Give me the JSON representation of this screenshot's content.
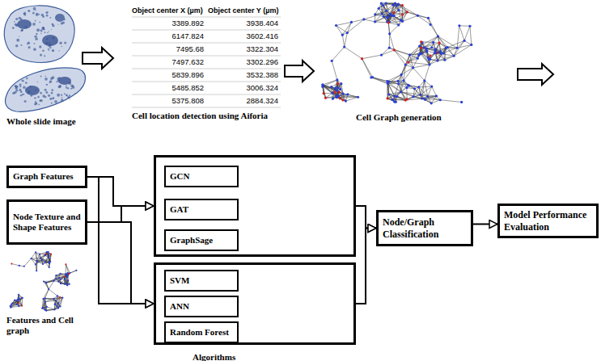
{
  "diagram": {
    "nodes": [
      {
        "text": [
          "Graph Features"
        ]
      },
      {
        "text": [
          "Node Texture and Shape Features"
        ]
      },
      {
        "text": []
      },
      {
        "text": [
          "GCN"
        ],
        "in": 2
      },
      {
        "text": [
          "GAT"
        ],
        "in": 2
      },
      {
        "text": [
          "GraphSage"
        ],
        "in": 2
      },
      {
        "text": [
          "Algorithms"
        ]
      },
      {
        "text": [
          "SVM"
        ],
        "in": 6
      },
      {
        "text": [
          "ANN"
        ],
        "in": 6
      },
      {
        "text": [
          "Random Forest"
        ],
        "in": 6
      },
      {
        "text": [
          "Node/Graph Classification"
        ]
      },
      {
        "text": [
          "Model Performance Evaluation"
        ]
      }
    ],
    "edges": [
      {
        "from": 0,
        "to": 2,
        "arrow": "to"
      },
      {
        "from": 1,
        "to": 2,
        "arrow": "to"
      },
      {
        "from": 0,
        "to": 6,
        "arrow": "to"
      },
      {
        "from": 1,
        "to": 6,
        "arrow": "to"
      },
      {
        "from": 2,
        "to": 10,
        "arrow": "to"
      },
      {
        "from": 6,
        "to": 10,
        "arrow": "to"
      },
      {
        "from": 10,
        "to": 11,
        "arrow": "to"
      }
    ],
    "labels": [
      "Whole slide image",
      "Object center X (µm)",
      "Object center Y (µm)",
      "3389.892",
      "3938.404",
      "6147.824",
      "3602.416",
      "7495.68",
      "3322.304",
      "7497.632",
      "3302.296",
      "5839.896",
      "3532.388",
      "5485.852",
      "3006.324",
      "5375.808",
      "2884.324",
      "Cell location detection using Aiforia",
      "Cell Graph generation",
      "Features and Cell graph"
    ]
  }
}
